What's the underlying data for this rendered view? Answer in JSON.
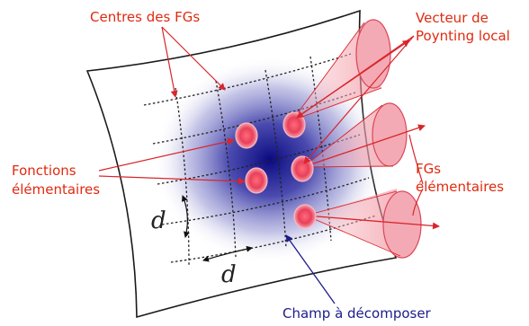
{
  "labels": {
    "centres": "Centres des FGs",
    "vecteur_line1": "Vecteur de",
    "vecteur_line2": "Poynting local",
    "fonctions_line1": "Fonctions",
    "fonctions_line2": "élémentaires",
    "fgs_line1": "FGs",
    "fgs_line2": "élémentaires",
    "champ": "Champ à décomposer",
    "d_vertical": "d",
    "d_horizontal": "d"
  },
  "colors": {
    "annotation_red": "#e02a10",
    "field_blue": "#1a1a9c",
    "annotation_blue": "#1c1c8c",
    "gaussian_fill": "#e8405a",
    "cone_fill": "#f4aab4",
    "outline": "#1a1a1a"
  }
}
